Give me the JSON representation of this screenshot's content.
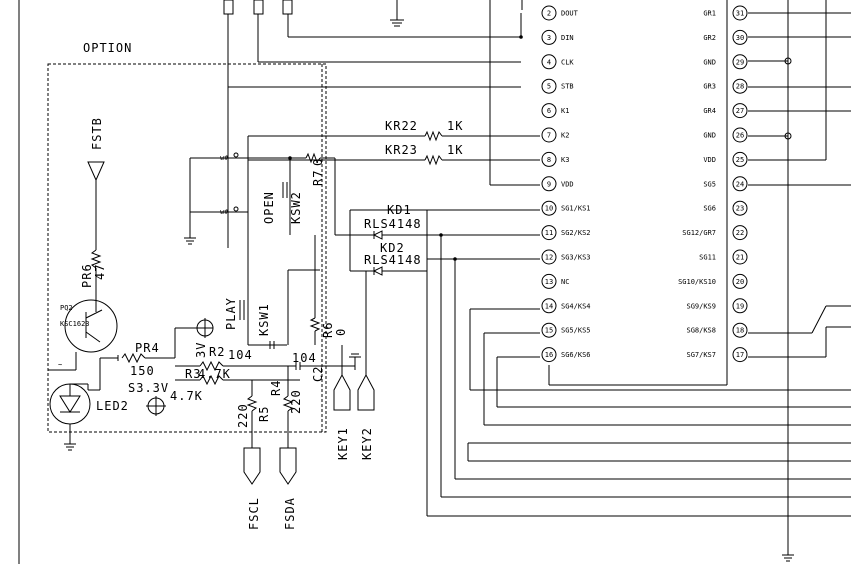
{
  "option_label": "OPTION",
  "chip_left_pins": [
    {
      "num": "2",
      "name": "DOUT"
    },
    {
      "num": "3",
      "name": "DIN"
    },
    {
      "num": "4",
      "name": "CLK"
    },
    {
      "num": "5",
      "name": "STB"
    },
    {
      "num": "6",
      "name": "K1"
    },
    {
      "num": "7",
      "name": "K2"
    },
    {
      "num": "8",
      "name": "K3"
    },
    {
      "num": "9",
      "name": "VDD"
    },
    {
      "num": "10",
      "name": "SG1/KS1"
    },
    {
      "num": "11",
      "name": "SG2/KS2"
    },
    {
      "num": "12",
      "name": "SG3/KS3"
    },
    {
      "num": "13",
      "name": "NC"
    },
    {
      "num": "14",
      "name": "SG4/KS4"
    },
    {
      "num": "15",
      "name": "SG5/KS5"
    },
    {
      "num": "16",
      "name": "SG6/KS6"
    }
  ],
  "chip_right_pins": [
    {
      "num": "31",
      "name": "GR1"
    },
    {
      "num": "30",
      "name": "GR2"
    },
    {
      "num": "29",
      "name": "GND"
    },
    {
      "num": "28",
      "name": "GR3"
    },
    {
      "num": "27",
      "name": "GR4"
    },
    {
      "num": "26",
      "name": "GND"
    },
    {
      "num": "25",
      "name": "VDD"
    },
    {
      "num": "24",
      "name": "SG5"
    },
    {
      "num": "23",
      "name": "SG6"
    },
    {
      "num": "22",
      "name": "SG12/GR7"
    },
    {
      "num": "21",
      "name": "SG11"
    },
    {
      "num": "20",
      "name": "SG10/KS10"
    },
    {
      "num": "19",
      "name": "SG9/KS9"
    },
    {
      "num": "18",
      "name": "SG8/KS8"
    },
    {
      "num": "17",
      "name": "SG7/KS7"
    }
  ],
  "labels": {
    "kr22": "KR22",
    "kr22_val": "1K",
    "kr23": "KR23",
    "kr23_val": "1K",
    "kd1": "KD1",
    "kd1_part": "RLS4148",
    "kd2": "KD2",
    "kd2_part": "RLS4148",
    "r7": "R7",
    "r7_val": "0",
    "open": "OPEN",
    "ksw2": "KSW2",
    "play": "PLAY",
    "ksw1": "KSW1",
    "r6": "R6",
    "r6_val": "0",
    "pr6": "PR6",
    "pr6_val": "47",
    "fstb": "FSTB",
    "pq2": "PQ2",
    "pq2_part": "KSC1623",
    "pr4": "PR4",
    "pr4_val": "150",
    "r2": "R2",
    "r2_val": "4.7K",
    "r3": "R3",
    "r3_val": "4.7K",
    "c_left": "104",
    "c_right": "104",
    "c_right_b": "C2",
    "s33v": "S3.3V",
    "v33_frag": "3V",
    "led2": "LED2",
    "r5": "R5",
    "r5_val": "220",
    "r4": "R4",
    "r4_val": "220",
    "fscl": "FSCL",
    "fsda": "FSDA",
    "key1": "KEY1",
    "key2": "KEY2"
  }
}
